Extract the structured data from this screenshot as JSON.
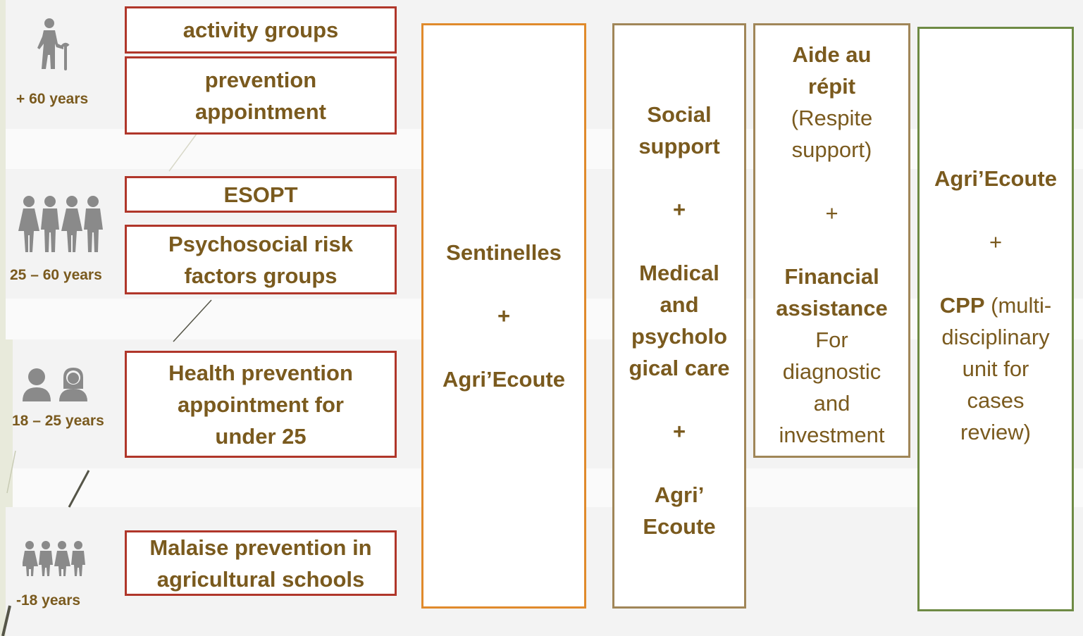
{
  "age_groups": [
    {
      "label": "+ 60 years",
      "icon": "elderly-person-icon"
    },
    {
      "label": "25 – 60 years",
      "icon": "adults-group-icon"
    },
    {
      "label": "18 – 25 years",
      "icon": "young-adults-icon"
    },
    {
      "label": "-18 years",
      "icon": "children-group-icon"
    }
  ],
  "programs": {
    "activity_groups": "activity groups",
    "prevention_appointment_1": "prevention",
    "prevention_appointment_2": "appointment",
    "esopt": "ESOPT",
    "psychosocial_1": "Psychosocial risk",
    "psychosocial_2": "factors groups",
    "health_prevention_1": "Health prevention",
    "health_prevention_2": "appointment for",
    "health_prevention_3": "under 25",
    "malaise_1": "Malaise prevention in",
    "malaise_2": "agricultural schools"
  },
  "column_sentinelles": {
    "line1": "Sentinelles",
    "plus": "+",
    "line2": "Agri’Ecoute"
  },
  "column_social": {
    "social_1": "Social",
    "social_2": "support",
    "plus1": "+",
    "medical_1": "Medical",
    "medical_2": "and",
    "medical_3": "psycholo",
    "medical_4": "gical care",
    "plus2": "+",
    "agri_1": "Agri’",
    "agri_2": "Ecoute"
  },
  "column_aide": {
    "aide_1": "Aide au",
    "aide_2": "répit",
    "respite_1": "(Respite",
    "respite_2": "support)",
    "plus": "+",
    "financial_1": "Financial",
    "financial_2": "assistance",
    "for_1": "For",
    "for_2": "diagnostic",
    "for_3": "and",
    "for_4": "investment"
  },
  "column_cpp": {
    "agri": "Agri’Ecoute",
    "plus": "+",
    "cpp_bold": "CPP",
    "cpp_rest": " (multi-",
    "line2": "disciplinary",
    "line3": "unit for",
    "line4": "cases",
    "line5": "review)"
  },
  "colors": {
    "red_border": "#b0362a",
    "orange_border": "#e08a2c",
    "brown_border": "#a08658",
    "green_border": "#6e8a44",
    "text_brown": "#7a5a1e",
    "icon_gray": "#8a8a8a"
  }
}
